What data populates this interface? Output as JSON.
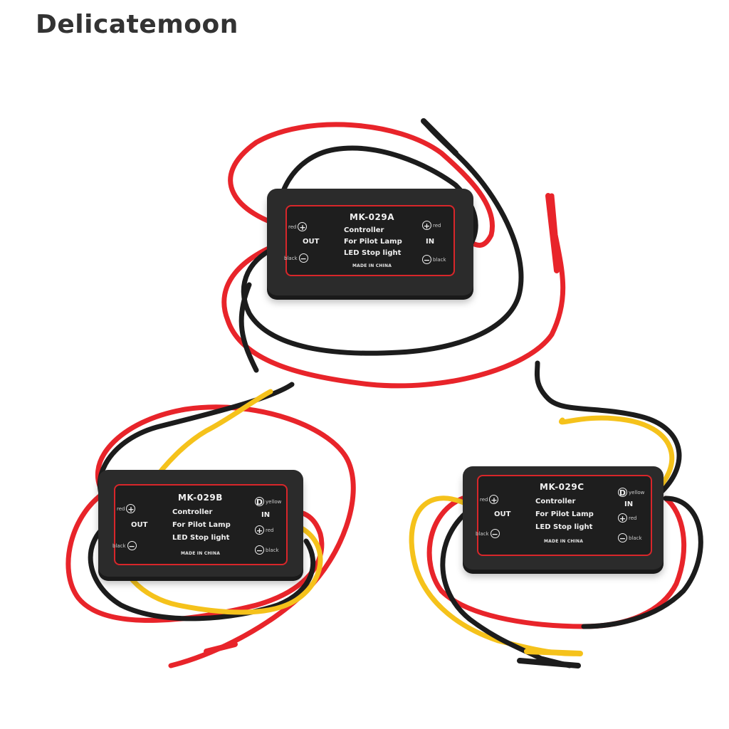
{
  "brand": "Delicatemoon",
  "colors": {
    "background": "#ffffff",
    "brand_text": "#333333",
    "module_body": "#2b2b2b",
    "panel_border": "#d8262a",
    "wire_red": "#e8242a",
    "wire_black": "#1c1c1c",
    "wire_yellow": "#f5c21b"
  },
  "modules": [
    {
      "model": "MK-029A",
      "lines": [
        "Controller",
        "For Pilot Lamp",
        "LED Stop light"
      ],
      "made_in": "MADE IN CHINA",
      "out_label": "OUT",
      "in_label": "IN",
      "out_terminals": [
        {
          "symbol": "+",
          "wire": "red"
        },
        {
          "symbol": "−",
          "wire": "black"
        }
      ],
      "in_terminals": [
        {
          "symbol": "+",
          "wire": "red"
        },
        {
          "symbol": "−",
          "wire": "black"
        }
      ]
    },
    {
      "model": "MK-029B",
      "lines": [
        "Controller",
        "For Pilot Lamp",
        "LED Stop light"
      ],
      "made_in": "MADE IN CHINA",
      "out_label": "OUT",
      "in_label": "IN",
      "out_terminals": [
        {
          "symbol": "+",
          "wire": "red"
        },
        {
          "symbol": "−",
          "wire": "black"
        }
      ],
      "in_terminals": [
        {
          "symbol": "D",
          "wire": "yellow"
        },
        {
          "symbol": "+",
          "wire": "red"
        },
        {
          "symbol": "−",
          "wire": "black"
        }
      ]
    },
    {
      "model": "MK-029C",
      "lines": [
        "Controller",
        "For Pilot Lamp",
        "LED Stop light"
      ],
      "made_in": "MADE IN CHINA",
      "out_label": "OUT",
      "in_label": "IN",
      "out_terminals": [
        {
          "symbol": "+",
          "wire": "red"
        },
        {
          "symbol": "−",
          "wire": "black"
        }
      ],
      "in_terminals": [
        {
          "symbol": "D",
          "wire": "yellow"
        },
        {
          "symbol": "+",
          "wire": "red"
        },
        {
          "symbol": "−",
          "wire": "black"
        }
      ]
    }
  ]
}
